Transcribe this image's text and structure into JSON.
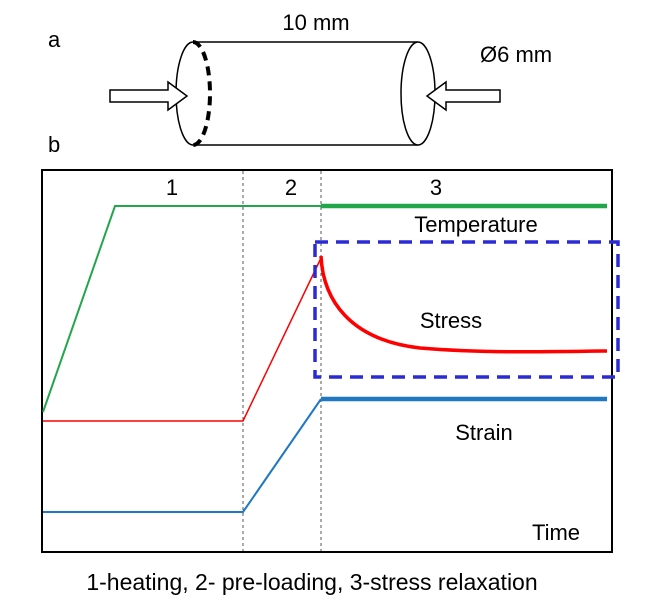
{
  "panel_a": {
    "label": "a",
    "length_label": "10 mm",
    "diameter_label": "Ø6 mm"
  },
  "panel_b": {
    "label": "b",
    "stages": [
      "1",
      "2",
      "3"
    ],
    "series": {
      "temperature": "Temperature",
      "stress": "Stress",
      "strain": "Strain"
    },
    "x_axis_label": "Time",
    "caption": "1-heating, 2- pre-loading, 3-stress relaxation"
  },
  "colors": {
    "temperature": "#22a64a",
    "stress": "#ff0000",
    "strain": "#1f78c0",
    "highlight_box": "#2b2bd6"
  }
}
